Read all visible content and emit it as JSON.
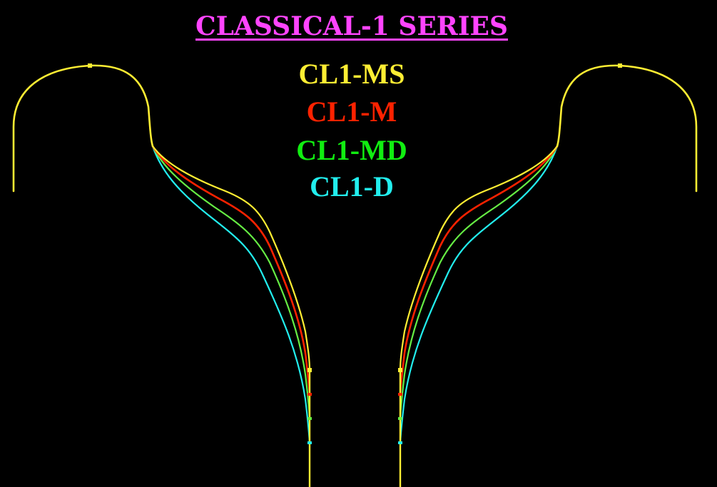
{
  "title": "CLASSICAL-1 SERIES",
  "colors": {
    "background": "#000000",
    "title": "#ff44ff",
    "MS": "#ffee33",
    "M": "#ff2200",
    "MD": "#66ee44",
    "D": "#22eeee"
  },
  "legend": [
    {
      "label": "CL1-MS",
      "color": "#ffee33"
    },
    {
      "label": "CL1-M",
      "color": "#ff2200"
    },
    {
      "label": "CL1-MD",
      "color": "#11ee11"
    },
    {
      "label": "CL1-D",
      "color": "#22eeee"
    }
  ],
  "profiles": {
    "description": "Mirrored wheel/flange style profile curves; four variants diverge from a shared upper arc and terminate at different heights on a common vertical shaft",
    "series": [
      {
        "name": "CL1-MS",
        "end_y": 519
      },
      {
        "name": "CL1-M",
        "end_y": 553
      },
      {
        "name": "CL1-MD",
        "end_y": 587
      },
      {
        "name": "CL1-D",
        "end_y": 621
      }
    ]
  }
}
